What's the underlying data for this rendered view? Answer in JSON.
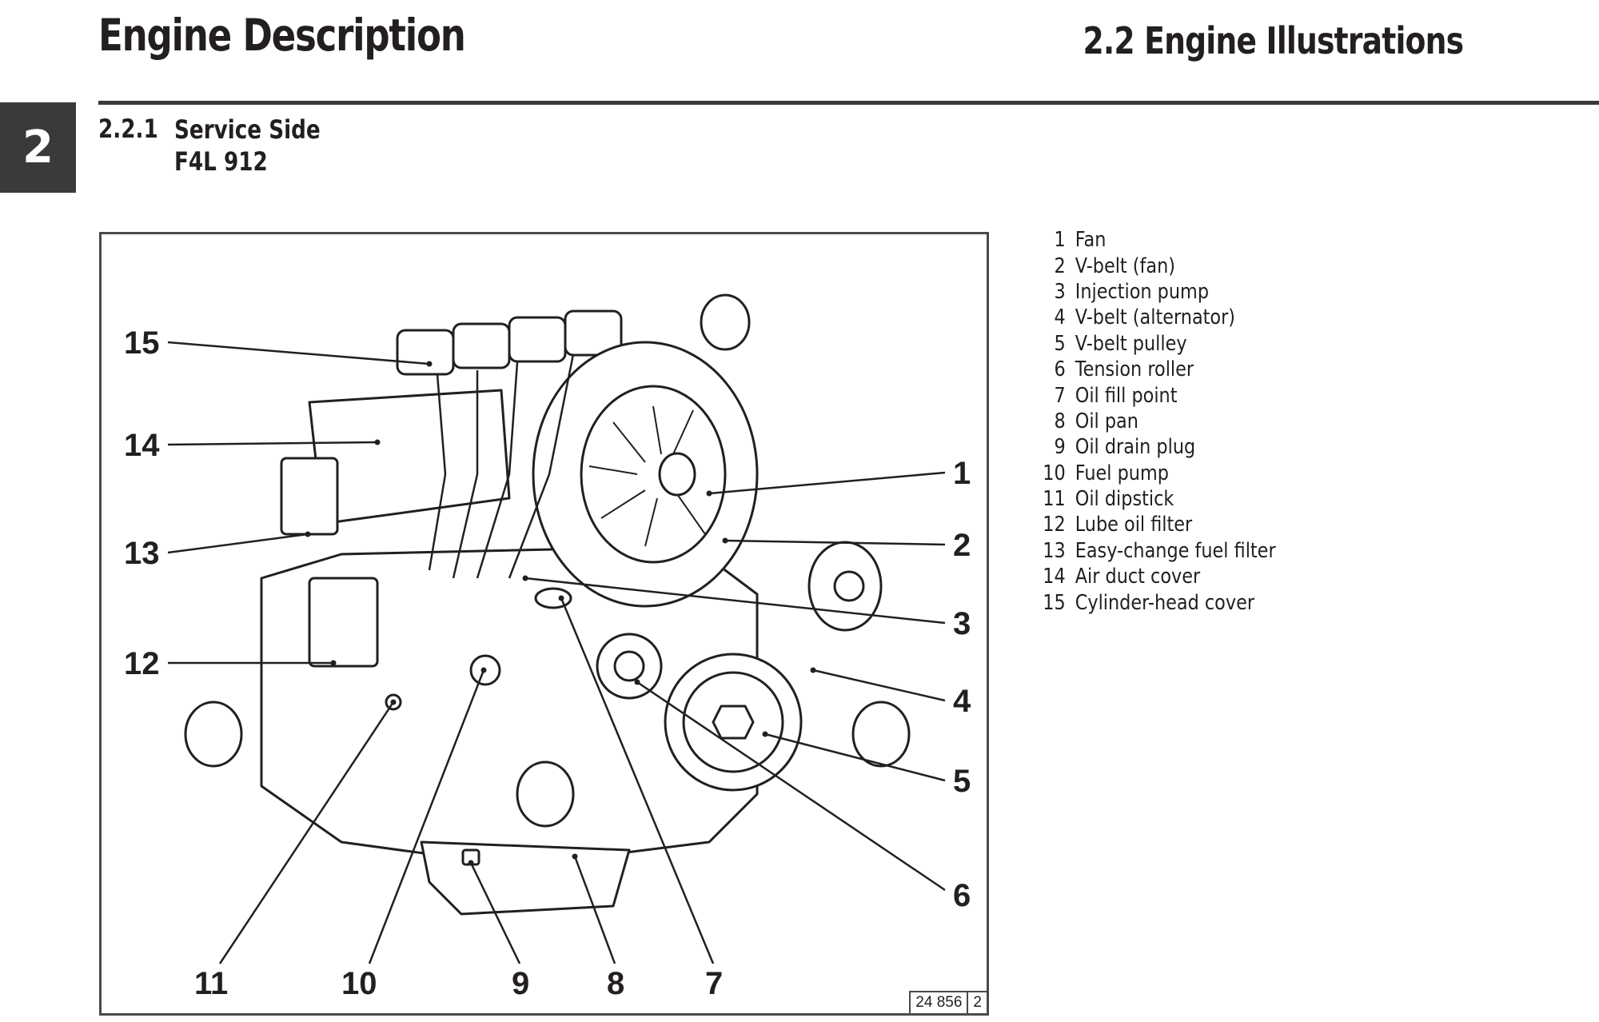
{
  "header": {
    "left_title": "Engine Description",
    "right_title": "2.2  Engine Illustrations",
    "chapter_tab": "2"
  },
  "section": {
    "number": "2.2.1",
    "title_line1": "Service Side",
    "title_line2": "F4L 912"
  },
  "figure": {
    "ref_number": "24 856",
    "ref_suffix": "2",
    "callouts": [
      "1",
      "2",
      "3",
      "4",
      "5",
      "6",
      "7",
      "8",
      "9",
      "10",
      "11",
      "12",
      "13",
      "14",
      "15"
    ]
  },
  "legend": [
    {
      "num": "1",
      "label": "Fan"
    },
    {
      "num": "2",
      "label": "V-belt (fan)"
    },
    {
      "num": "3",
      "label": "Injection pump"
    },
    {
      "num": "4",
      "label": "V-belt (alternator)"
    },
    {
      "num": "5",
      "label": "V-belt pulley"
    },
    {
      "num": "6",
      "label": "Tension roller"
    },
    {
      "num": "7",
      "label": "Oil fill point"
    },
    {
      "num": "8",
      "label": "Oil pan"
    },
    {
      "num": "9",
      "label": "Oil drain plug"
    },
    {
      "num": "10",
      "label": "Fuel pump"
    },
    {
      "num": "11",
      "label": "Oil dipstick"
    },
    {
      "num": "12",
      "label": "Lube oil filter"
    },
    {
      "num": "13",
      "label": "Easy-change fuel filter"
    },
    {
      "num": "14",
      "label": "Air duct cover"
    },
    {
      "num": "15",
      "label": "Cylinder-head cover"
    }
  ]
}
